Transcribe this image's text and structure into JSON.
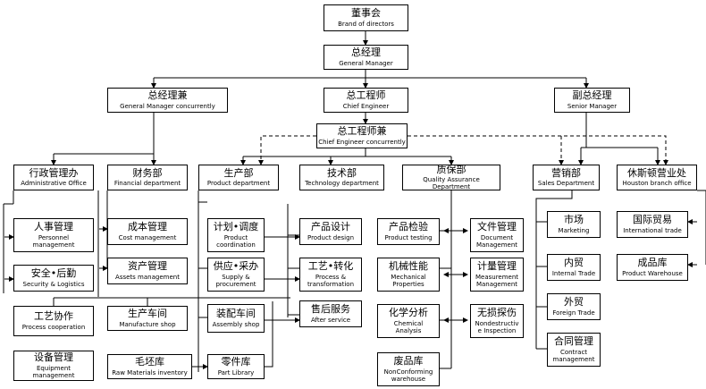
{
  "org": {
    "board": {
      "zh": "董事会",
      "en": "Brand of directors"
    },
    "gm": {
      "zh": "总经理",
      "en": "General Manager"
    },
    "gmc": {
      "zh": "总经理兼",
      "en": "General Manager concurrently"
    },
    "ce": {
      "zh": "总工程师",
      "en": "Chief Engineer"
    },
    "sm": {
      "zh": "副总经理",
      "en": "Senior Manager"
    },
    "cec": {
      "zh": "总工程师兼",
      "en": "Chief Engineer concurrently"
    },
    "admin": {
      "zh": "行政管理办",
      "en": "Administrative Office"
    },
    "finance": {
      "zh": "财务部",
      "en": "Financial department"
    },
    "production": {
      "zh": "生产部",
      "en": "Product department"
    },
    "technology": {
      "zh": "技术部",
      "en": "Technology department"
    },
    "qa": {
      "zh": "质保部",
      "en": "Quality Assurance Department"
    },
    "sales": {
      "zh": "营销部",
      "en": "Sales Department"
    },
    "houston": {
      "zh": "休斯顿营业处",
      "en": "Houston branch office"
    },
    "personnel": {
      "zh": "人事管理",
      "en": "Personnel\nmanagement"
    },
    "security": {
      "zh": "安全•后勤",
      "en": "Security & Logistics"
    },
    "cost": {
      "zh": "成本管理",
      "en": "Cost management"
    },
    "assets": {
      "zh": "资产管理",
      "en": "Assets management"
    },
    "planning": {
      "zh": "计划•调度",
      "en": "Product\ncoordination"
    },
    "supply": {
      "zh": "供应•采办",
      "en": "Supply &\nprocurement"
    },
    "assembly": {
      "zh": "装配车间",
      "en": "Assembly shop"
    },
    "design": {
      "zh": "产品设计",
      "en": "Product design"
    },
    "transform": {
      "zh": "工艺•转化",
      "en": "Process    &\ntransformation"
    },
    "aftersvc": {
      "zh": "售后服务",
      "en": "After service"
    },
    "testing": {
      "zh": "产品检验",
      "en": "Product testing"
    },
    "mechanical": {
      "zh": "机械性能",
      "en": "Mechanical\nProperties"
    },
    "chemical": {
      "zh": "化学分析",
      "en": "Chemical\nAnalysis"
    },
    "nonconform": {
      "zh": "废品库",
      "en": "NonConforming\nwarehouse"
    },
    "docs": {
      "zh": "文件管理",
      "en": "Document\nManagement"
    },
    "measure": {
      "zh": "计量管理",
      "en": "Measurement\nManagement"
    },
    "ndi": {
      "zh": "无损探伤",
      "en": "Nondestructiv\ne Inspection"
    },
    "marketing": {
      "zh": "市场",
      "en": "Marketing"
    },
    "internal": {
      "zh": "内贸",
      "en": "Internal Trade"
    },
    "foreign": {
      "zh": "外贸",
      "en": "Foreign Trade"
    },
    "contract": {
      "zh": "合同管理",
      "en": "Contract\nmanagement"
    },
    "intl": {
      "zh": "国际贸易",
      "en": "International trade"
    },
    "warehouse": {
      "zh": "成品库",
      "en": "Product Warehouse"
    },
    "process": {
      "zh": "工艺协作",
      "en": "Process cooperation"
    },
    "manufacture": {
      "zh": "生产车间",
      "en": "Manufacture shop"
    },
    "equipment": {
      "zh": "设备管理",
      "en": "Equipment\nmanagement"
    },
    "rawmat": {
      "zh": "毛坯库",
      "en": "Raw Materials inventory"
    },
    "partlib": {
      "zh": "零件库",
      "en": "Part Library"
    }
  }
}
